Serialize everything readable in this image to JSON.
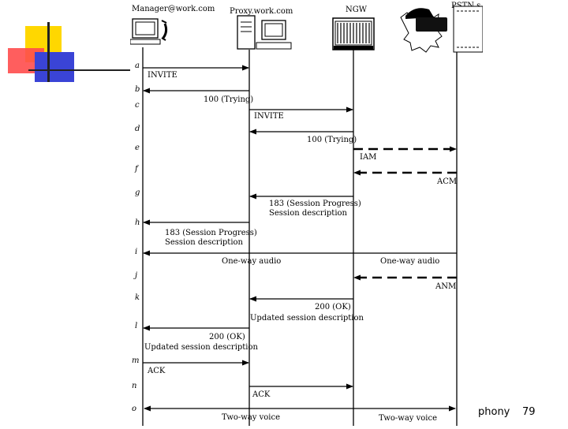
{
  "entities": {
    "manager": "Manager@work.com",
    "proxy": "Proxy.work.com",
    "ngw": "NGW",
    "pstn": "PSTN s"
  },
  "steps": [
    "a",
    "b",
    "c",
    "d",
    "e",
    "f",
    "g",
    "h",
    "i",
    "j",
    "k",
    "l",
    "m",
    "n",
    "o"
  ],
  "messages": {
    "invite_1": "INVITE",
    "trying_1": "100 (Trying)",
    "invite_2": "INVITE",
    "trying_2": "100 (Trying)",
    "iam": "IAM",
    "acm": "ACM",
    "progress_ngw_1": "183 (Session Progress)",
    "progress_ngw_2": "Session description",
    "progress_mgr_1": "183 (Session Progress)",
    "progress_mgr_2": "Session description",
    "oneway_left": "One-way audio",
    "oneway_right": "One-way audio",
    "anm": "ANM",
    "ok_ngw_1": "200 (OK)",
    "ok_ngw_2": "Updated session description",
    "ok_mgr_1": "200 (OK)",
    "ok_mgr_2": "Updated session description",
    "ack_1": "ACK",
    "ack_2": "ACK",
    "twoway_left": "Two-way voice",
    "twoway_right": "Two-way voice"
  },
  "footer": {
    "text": "phony",
    "page": "79"
  },
  "colors": {
    "deco_yellow": "#ffd700",
    "deco_red": "#ff4d4d",
    "deco_blue": "#3a44d6"
  }
}
